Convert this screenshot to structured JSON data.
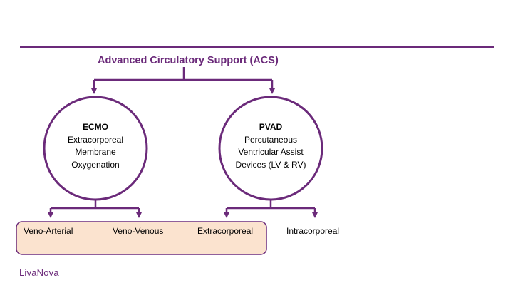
{
  "title": "Advanced Circulatory Support (ACS)",
  "ecmo": {
    "heading": "ECMO",
    "lines": [
      "Extracorporeal",
      "Membrane",
      "Oxygenation"
    ]
  },
  "pvad": {
    "heading": "PVAD",
    "lines": [
      "Percutaneous",
      "Ventricular Assist",
      "Devices (LV & RV)"
    ]
  },
  "leaves": {
    "veno_arterial": "Veno-Arterial",
    "veno_venous": "Veno-Venous",
    "extracorporeal": "Extracorporeal",
    "intracorporeal": "Intracorporeal"
  },
  "logo": "LivaNova",
  "colors": {
    "accent": "#6b2a7a",
    "highlight_fill": "#fbe3cf"
  }
}
